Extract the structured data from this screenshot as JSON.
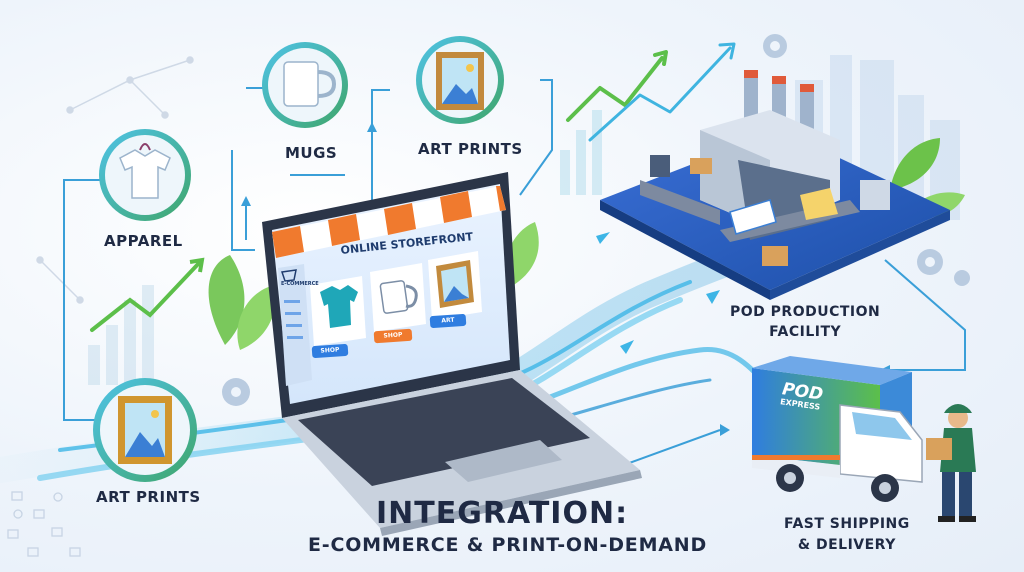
{
  "title": "INTEGRATION:",
  "subtitle": "E-COMMERCE & PRINT-ON-DEMAND",
  "nodes": {
    "apparel": "APPAREL",
    "mugs": "MUGS",
    "art_prints_top": "ART PRINTS",
    "art_prints_bottom": "ART PRINTS",
    "pod_facility_line1": "POD PRODUCTION",
    "pod_facility_line2": "FACILITY",
    "shipping_line1": "FAST SHIPPING",
    "shipping_line2": "& DELIVERY"
  },
  "laptop": {
    "storefront_title": "ONLINE STOREFRONT",
    "sidebar_logo": "E-COMMERCE",
    "buttons": [
      "SHOP",
      "SHOP",
      "ART"
    ]
  },
  "truck": {
    "brand": "POD",
    "brand_sub": "EXPRESS"
  },
  "colors": {
    "accent_blue": "#2f7de0",
    "accent_green": "#5cbf4a",
    "accent_orange": "#f07a2e",
    "navy": "#1f2a44"
  },
  "icons": [
    "tshirt-icon",
    "mug-icon",
    "picture-frame-icon",
    "cart-icon",
    "gear-icon",
    "leaf-icon",
    "growth-arrow-icon",
    "factory-icon",
    "truck-icon",
    "courier-icon"
  ]
}
